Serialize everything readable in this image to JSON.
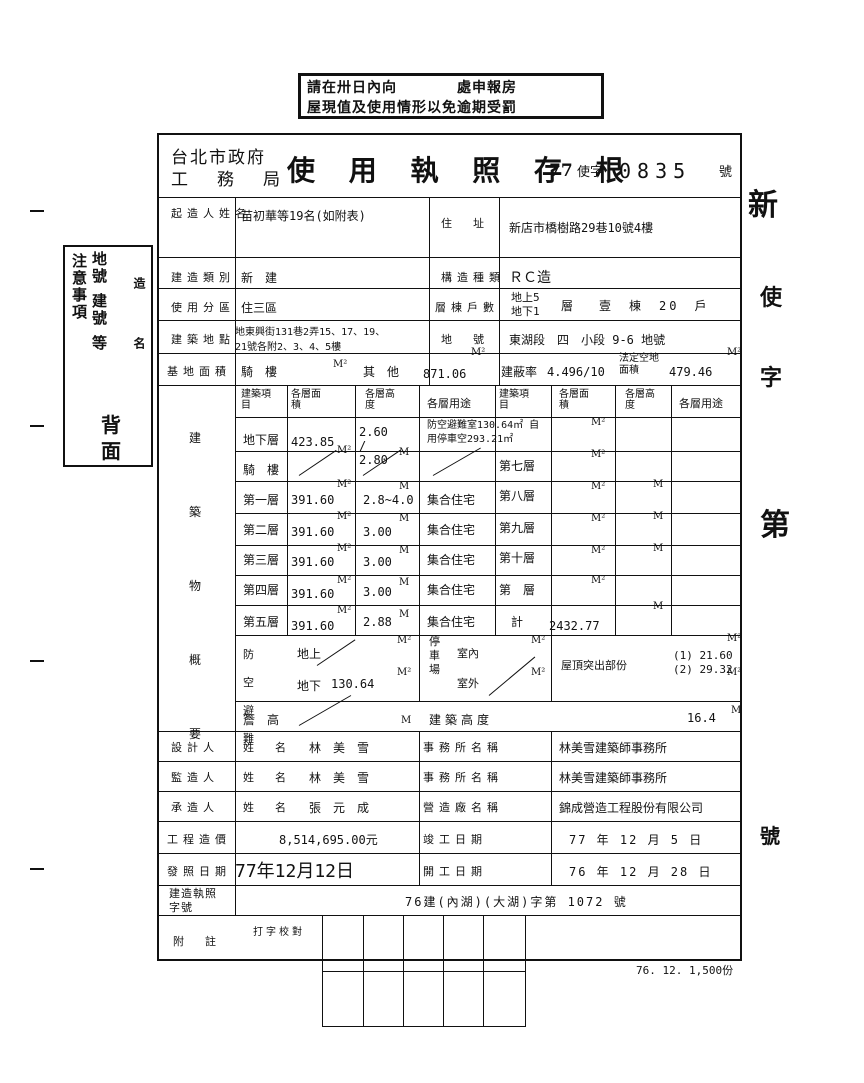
{
  "stamp": {
    "line1": "請在卅日內向　　　　處申報房",
    "line2": "屋現值及使用情形以免逾期受罰"
  },
  "side_note": {
    "a": "注意事項",
    "b": "地號",
    "c": "建號",
    "d": "事項",
    "e": "等",
    "f": "背面",
    "g": "造",
    "h": "名"
  },
  "header": {
    "org1": "台北市政府",
    "org2": "工　務　局",
    "title": "使 用 執 照 存 根",
    "year": "77",
    "prefix": "使字",
    "number": "0835",
    "suffix": "號"
  },
  "rows": {
    "builder": {
      "label": "起造人姓名",
      "value": "苗初華等19名(如附表)",
      "addr_label": "住　址",
      "addr": "新店市橋樹路29巷10號4樓"
    },
    "category": {
      "label": "建造類別",
      "value": "新　建",
      "struct_label": "構造種類",
      "struct": "ＲＣ造"
    },
    "zone": {
      "label": "使用分區",
      "value": "住三區",
      "floors_label": "層棟戶數",
      "above": "地上5",
      "below": "地下1",
      "floor_word": "層",
      "count_text": "壹　棟　20　戶"
    },
    "site": {
      "label": "建築地點",
      "value1": "地東興街131巷2弄15、17、19、",
      "value2": "21號各附2、3、4、5樓",
      "lot_label": "地　號",
      "lot": "東湖段　四　小段 9-6 地號"
    },
    "area": {
      "label": "基地面積",
      "arcade": "騎　樓",
      "other": "其　他",
      "other_val": "871.06",
      "coverage_label": "建蔽率",
      "coverage": "4.496/10",
      "legal_label": "法定空地面積",
      "legal": "479.46",
      "unit": "M²"
    }
  },
  "building": {
    "side_label": "建築物概要",
    "hdr": {
      "item": "建築項目",
      "area": "各層面積",
      "height": "各層高度",
      "use": "各層用途"
    },
    "left_rows": [
      {
        "name": "地下層",
        "area": "423.85",
        "height": "2.60 / 2.80",
        "use": "防空避難室130.64㎡ 自用停車空293.21㎡"
      },
      {
        "name": "騎　樓",
        "area": "",
        "height": "",
        "use": ""
      },
      {
        "name": "第一層",
        "area": "391.60",
        "height": "2.8~4.0",
        "use": "集合住宅"
      },
      {
        "name": "第二層",
        "area": "391.60",
        "height": "3.00",
        "use": "集合住宅"
      },
      {
        "name": "第三層",
        "area": "391.60",
        "height": "3.00",
        "use": "集合住宅"
      },
      {
        "name": "第四層",
        "area": "391.60",
        "height": "3.00",
        "use": "集合住宅"
      },
      {
        "name": "第五層",
        "area": "391.60",
        "height": "2.88",
        "use": "集合住宅"
      }
    ],
    "right_rows": [
      "第七層",
      "第八層",
      "第九層",
      "第十層",
      "第　層",
      "計"
    ],
    "total": "2432.77",
    "shelter_label": "防空避難",
    "shelter_above": "地上",
    "shelter_below": "地下",
    "shelter_below_val": "130.64",
    "parking_label": "停車場",
    "parking_in": "室內",
    "parking_out": "室外",
    "roof_label": "屋頂突出部份",
    "roof1": "(1) 21.60",
    "roof2": "(2) 29.32",
    "eave_label": "簷　高",
    "bh_label": "建築高度",
    "bh_val": "16.4",
    "unit_m": "M",
    "unit_m2": "M²"
  },
  "people": {
    "designer": {
      "label": "設計人",
      "name_label": "姓　名",
      "name": "林　美　雪",
      "office_label": "事務所名稱",
      "office": "林美雪建築師事務所"
    },
    "supervisor": {
      "label": "監造人",
      "name_label": "姓　名",
      "name": "林　美　雪",
      "office_label": "事務所名稱",
      "office": "林美雪建築師事務所"
    },
    "contractor": {
      "label": "承造人",
      "name_label": "姓　名",
      "name": "張　元　成",
      "office_label": "營造廠名稱",
      "office": "錦成營造工程股份有限公司"
    }
  },
  "cost": {
    "label": "工程造價",
    "value": "8,514,695.00元",
    "done_label": "竣工日期",
    "done": "77 年 12 月 5 日"
  },
  "issue": {
    "label": "發照日期",
    "value": "77年12月12日",
    "start_label": "開工日期",
    "start": "76 年 12 月 28 日"
  },
  "permit": {
    "label": "建造執照字號",
    "value": "76建(內湖)(大湖)字第 1072 號"
  },
  "remarks": {
    "label": "附　註",
    "note": "打字校對"
  },
  "footer": "76. 12. 1,500份",
  "handwriting_right": [
    "新",
    "使",
    "字",
    "第",
    "號"
  ]
}
